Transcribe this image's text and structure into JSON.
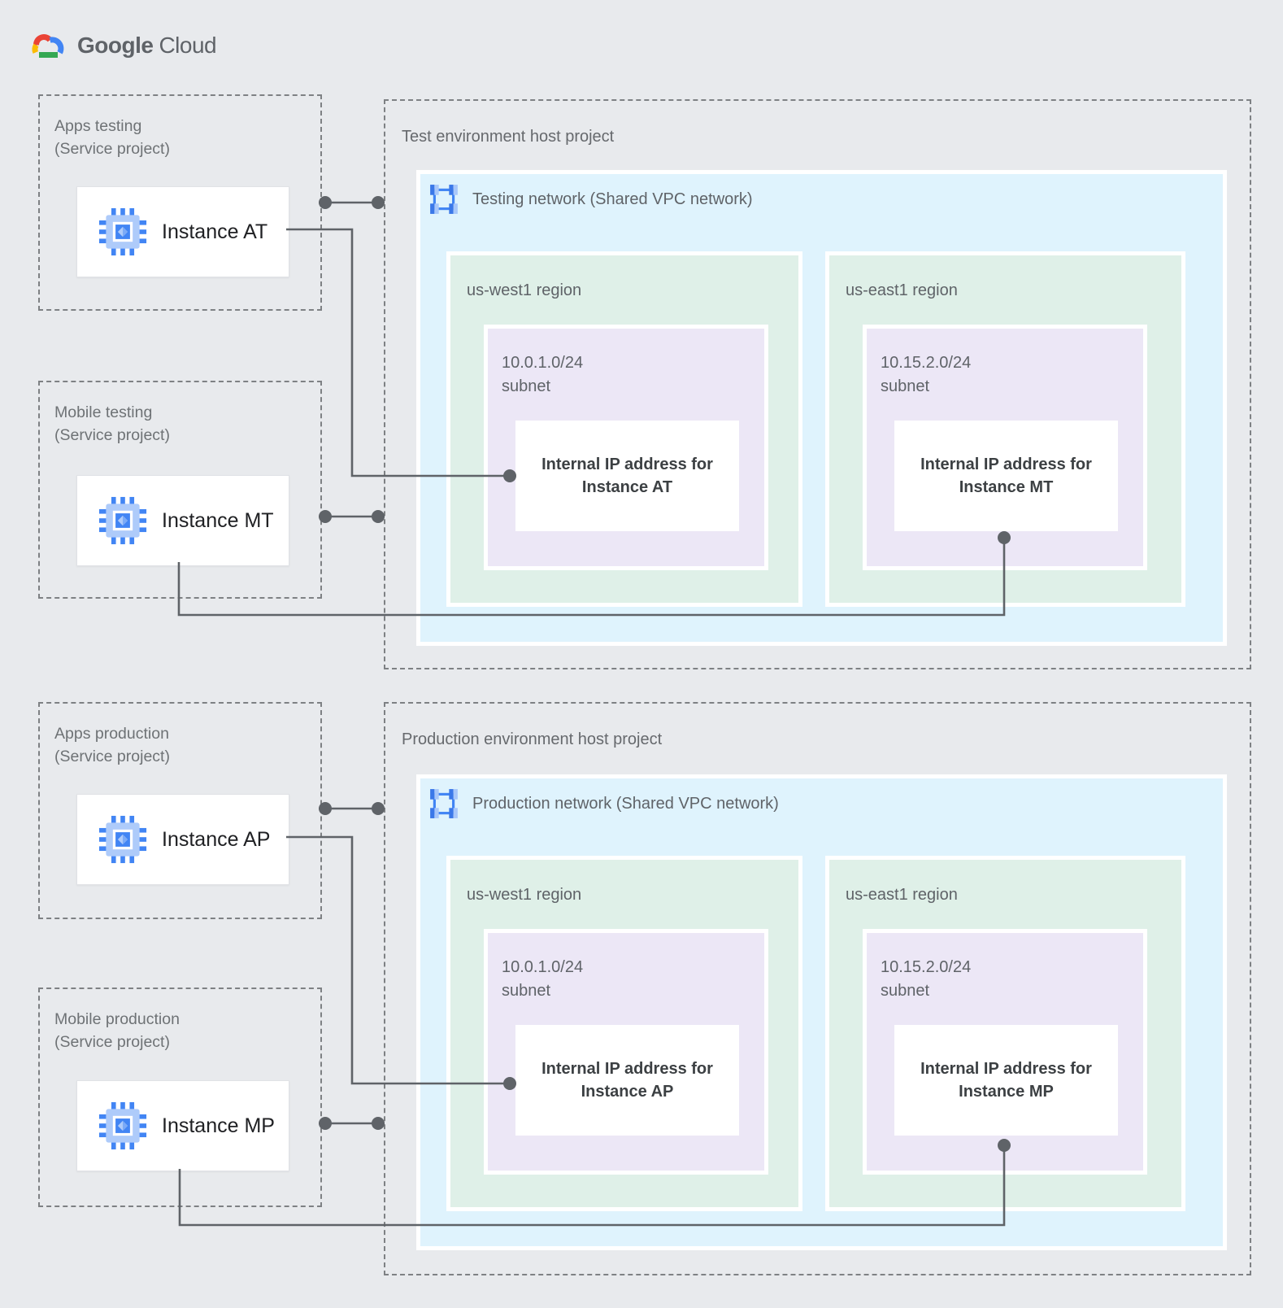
{
  "brand": {
    "google": "Google",
    "cloud": "Cloud"
  },
  "palette": {
    "background": "#E8EAED",
    "network_fill": "#DFF3FD",
    "region_fill": "#DFF0E8",
    "subnet_fill": "#ECE7F6",
    "card_fill": "#FFFFFF",
    "dashed_border": "#7E8184",
    "connector": "#5F6368",
    "label_gray": "#5F6368",
    "instance_text": "#202124",
    "icon_blue": "#4285F4",
    "icon_light_blue": "#AECBFA",
    "brand_red": "#EA4335",
    "brand_yellow": "#FBBC04",
    "brand_green": "#34A853",
    "brand_blue": "#4285F4"
  },
  "service_projects": [
    {
      "name": "Apps testing",
      "qualifier": "(Service project)",
      "instance": "Instance AT"
    },
    {
      "name": "Mobile testing",
      "qualifier": "(Service project)",
      "instance": "Instance MT"
    },
    {
      "name": "Apps production",
      "qualifier": "(Service project)",
      "instance": "Instance AP"
    },
    {
      "name": "Mobile production",
      "qualifier": "(Service project)",
      "instance": "Instance MP"
    }
  ],
  "environments": [
    {
      "title": "Test environment host project",
      "network_label": "Testing network (Shared VPC network)",
      "regions": [
        {
          "name": "us-west1 region",
          "cidr": "10.0.1.0/24",
          "subnet_word": "subnet",
          "ip_line1": "Internal IP address for",
          "ip_line2": "Instance AT"
        },
        {
          "name": "us-east1 region",
          "cidr": "10.15.2.0/24",
          "subnet_word": "subnet",
          "ip_line1": "Internal IP address for",
          "ip_line2": "Instance MT"
        }
      ]
    },
    {
      "title": "Production environment host project",
      "network_label": "Production network (Shared VPC network)",
      "regions": [
        {
          "name": "us-west1 region",
          "cidr": "10.0.1.0/24",
          "subnet_word": "subnet",
          "ip_line1": "Internal IP address for",
          "ip_line2": "Instance AP"
        },
        {
          "name": "us-east1 region",
          "cidr": "10.15.2.0/24",
          "subnet_word": "subnet",
          "ip_line1": "Internal IP address for",
          "ip_line2": "Instance MP"
        }
      ]
    }
  ]
}
